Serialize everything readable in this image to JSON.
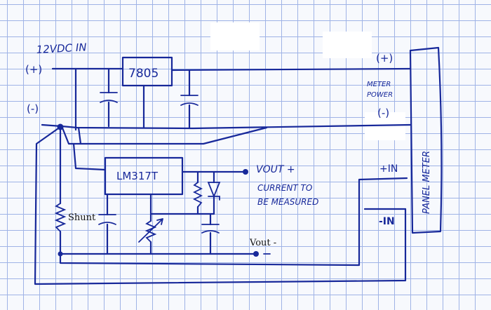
{
  "labels": {
    "input": "12VDC IN",
    "plus_in": "(+)",
    "minus_in": "(-)",
    "reg_7805": "7805",
    "meter_plus": "(+)",
    "meter_power_1": "METER",
    "meter_power_2": "POWER",
    "meter_minus": "(-)",
    "lm317": "LM317T",
    "vout_plus": "VOUT +",
    "current_1": "CURRENT TO",
    "current_2": "BE MEASURED",
    "plus_input": "+IN",
    "minus_input": "-IN",
    "panel_meter": "PANEL METER",
    "shunt": "Shunt",
    "vout_minus": "Vout -"
  },
  "colors": {
    "ink": "#17289a",
    "grid": "#9fb3e6",
    "paper": "#f7f9fd"
  }
}
